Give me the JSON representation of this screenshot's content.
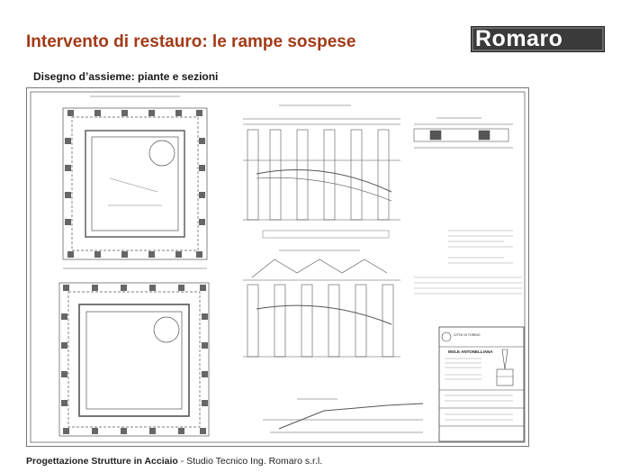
{
  "slide": {
    "title": "Intervento di restauro: le rampe sospese",
    "subtitle": "Disegno d’assieme: piante e sezioni",
    "logo_text": "Romaro",
    "footer_bold": "Progettazione Strutture in Acciaio",
    "footer_rest": " - Studio Tecnico Ing. Romaro s.r.l."
  },
  "colors": {
    "title": "#a33a17",
    "logo_bg": "#3a3a3a",
    "drawing_line": "#555555"
  },
  "titleblock": {
    "city": "CITTA' DI TORINO",
    "building": "MOLE ANTONELLIANA"
  }
}
